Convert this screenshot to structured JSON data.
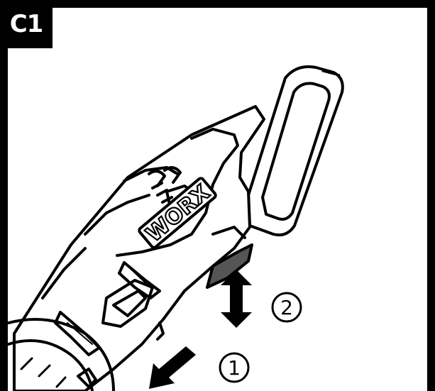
{
  "figure": {
    "label": "C1",
    "brand_text": "WORX",
    "steps": [
      {
        "number": "1",
        "icon": "push-arrow-icon"
      },
      {
        "number": "2",
        "icon": "up-down-arrow-icon"
      }
    ]
  }
}
